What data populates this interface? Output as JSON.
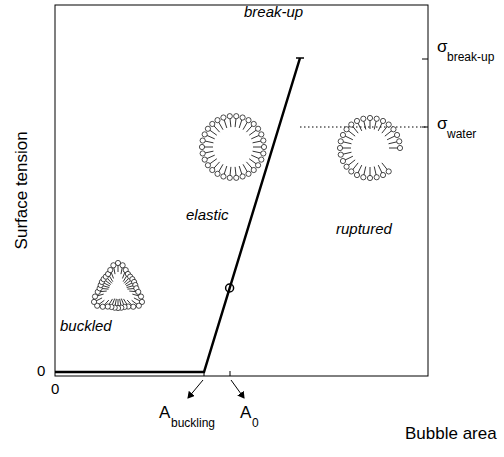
{
  "diagram": {
    "labels": [
      "break-up",
      "elastic",
      "ruptured",
      "buckled",
      "Surface tension",
      "Bubble area",
      "0",
      "0",
      "σ",
      "break-up",
      "σ",
      "water",
      "A",
      "buckling",
      "A",
      "0"
    ]
  }
}
